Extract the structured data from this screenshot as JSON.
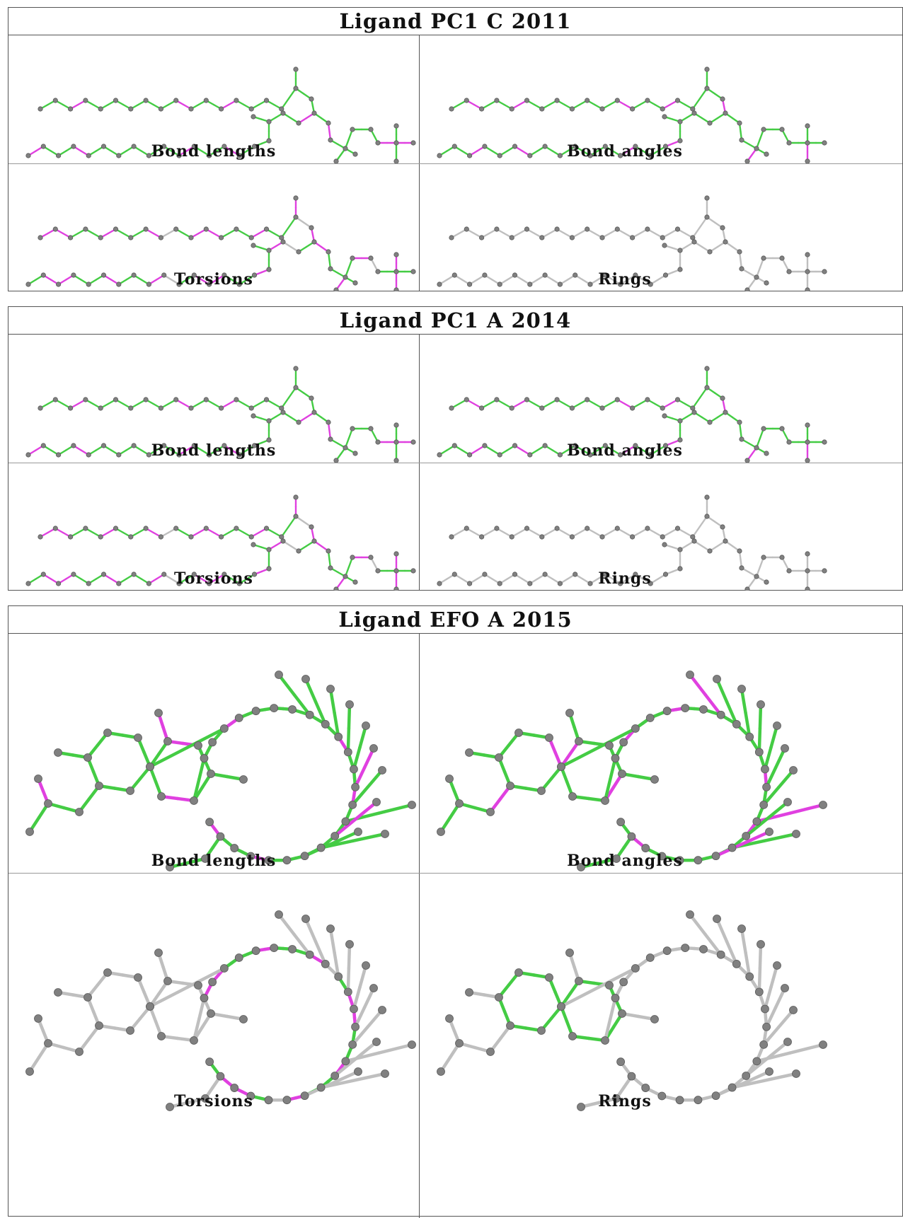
{
  "colors": {
    "good": "#44cc44",
    "outlier": "#e040e0",
    "neutral": "#bfbfbf",
    "atom": "#808080"
  },
  "legend": {
    "good_color_name": "green",
    "outlier_color_name": "magenta",
    "neutral_color_name": "grey"
  },
  "ligands": [
    {
      "title": "Ligand PC1 C 2011",
      "panels": [
        {
          "caption": "Bond lengths",
          "color_scheme": "bond_lengths"
        },
        {
          "caption": "Bond angles",
          "color_scheme": "bond_angles"
        },
        {
          "caption": "Torsions",
          "color_scheme": "torsions"
        },
        {
          "caption": "Rings",
          "color_scheme": "rings"
        }
      ]
    },
    {
      "title": "Ligand PC1 A 2014",
      "panels": [
        {
          "caption": "Bond lengths",
          "color_scheme": "bond_lengths"
        },
        {
          "caption": "Bond angles",
          "color_scheme": "bond_angles"
        },
        {
          "caption": "Torsions",
          "color_scheme": "torsions"
        },
        {
          "caption": "Rings",
          "color_scheme": "rings"
        }
      ]
    },
    {
      "title": "Ligand EFO A 2015",
      "panels": [
        {
          "caption": "Bond lengths",
          "color_scheme": "bond_lengths"
        },
        {
          "caption": "Bond angles",
          "color_scheme": "bond_angles"
        },
        {
          "caption": "Torsions",
          "color_scheme": "torsions"
        },
        {
          "caption": "Rings",
          "color_scheme": "rings"
        }
      ]
    }
  ]
}
